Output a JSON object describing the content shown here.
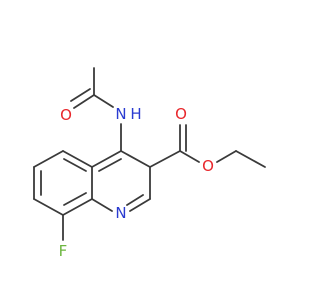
{
  "molecule": {
    "atoms": {
      "oxygen_amide": {
        "label": "O",
        "color": "#e8262b"
      },
      "nitrogen_amide": {
        "label": "N",
        "color": "#2a3bd1"
      },
      "hydrogen_amide": {
        "label": "H",
        "color": "#2a3bd1"
      },
      "oxygen_carbonyl": {
        "label": "O",
        "color": "#e8262b"
      },
      "oxygen_ester": {
        "label": "O",
        "color": "#e8262b"
      },
      "nitrogen_ring": {
        "label": "N",
        "color": "#2a3bd1"
      },
      "fluorine": {
        "label": "F",
        "color": "#6cb63f"
      }
    },
    "bond_color": "#3a3a3a"
  }
}
